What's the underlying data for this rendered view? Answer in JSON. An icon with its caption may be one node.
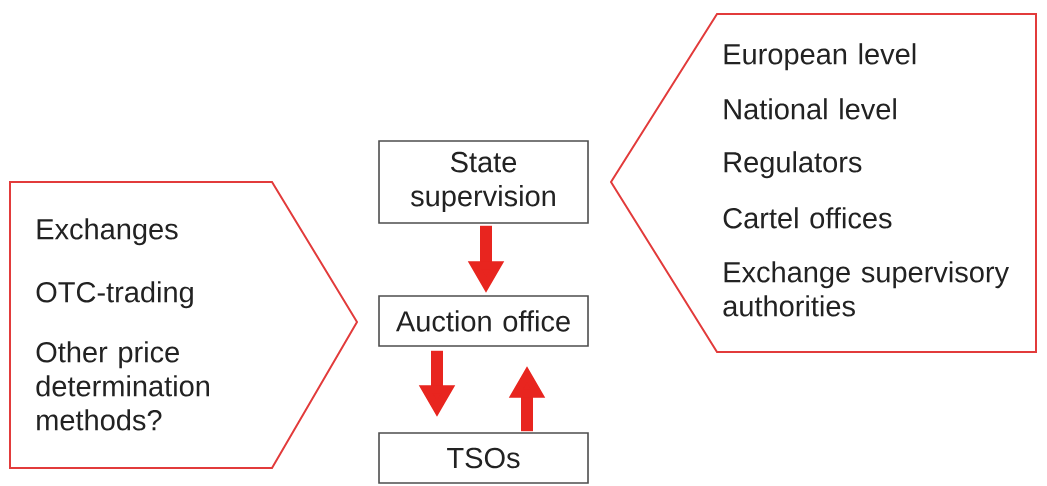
{
  "diagram": {
    "nodes": [
      {
        "text": [
          "State supervision"
        ]
      },
      {
        "text": [
          "Auction office"
        ]
      },
      {
        "text": [
          "TSOs"
        ]
      },
      {
        "text": [
          "Exchanges",
          "OTC-trading",
          "Other price determination methods?"
        ]
      },
      {
        "text": [
          "European level",
          "National level",
          "Regulators",
          "Cartel offices",
          "Exchange supervisory authorities"
        ]
      }
    ],
    "edges": [
      {
        "from": 0,
        "to": 1,
        "arrow": "to"
      },
      {
        "from": 1,
        "to": 2,
        "arrow": "to"
      },
      {
        "from": 2,
        "to": 1,
        "arrow": "to"
      }
    ]
  }
}
